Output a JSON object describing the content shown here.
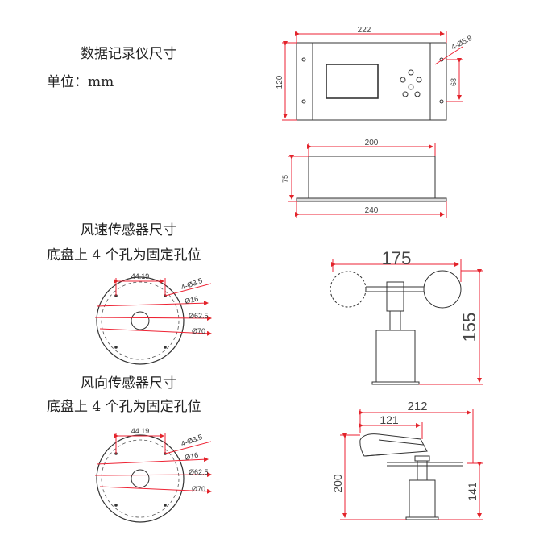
{
  "recorder": {
    "title": "数据记录仪尺寸",
    "unit": "单位：mm",
    "front": {
      "width": "222",
      "height": "120",
      "hole_spacing": "68",
      "holes": "4-Ø5.8"
    },
    "side": {
      "top_width": "200",
      "bottom_width": "240",
      "height": "75"
    }
  },
  "speed_sensor": {
    "title": "风速传感器尺寸",
    "subtitle": "底盘上 4 个孔为固定孔位",
    "base": {
      "offset": "44.19",
      "holes": "4-Ø3.5",
      "d1": "Ø16",
      "d2": "Ø62.5",
      "d3": "Ø70"
    },
    "side": {
      "width": "175",
      "height": "155"
    }
  },
  "direction_sensor": {
    "title": "风向传感器尺寸",
    "subtitle": "底盘上 4 个孔为固定孔位",
    "base": {
      "offset": "44.19",
      "holes": "4-Ø3.5",
      "d1": "Ø16",
      "d2": "Ø62.5",
      "d3": "Ø70"
    },
    "side": {
      "width": "212",
      "vane_length": "121",
      "height": "200",
      "base_height": "141"
    }
  },
  "colors": {
    "annotation": "#e2232a",
    "line": "#333333"
  }
}
